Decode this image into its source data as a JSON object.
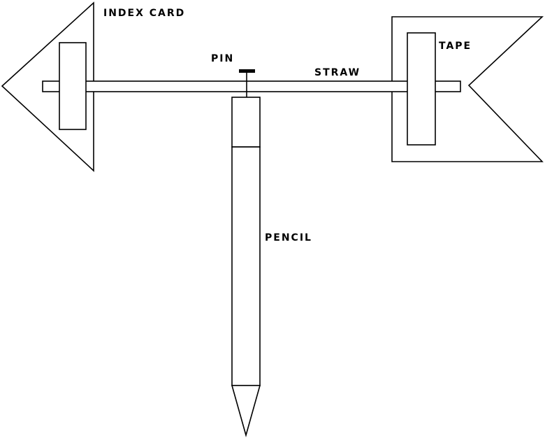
{
  "labels": {
    "index_card": "INDEX CARD",
    "pin": "PIN",
    "straw": "STRAW",
    "tape": "TAPE",
    "pencil": "PENCIL"
  },
  "colors": {
    "stroke": "#000000",
    "fill": "#ffffff",
    "background": "#ffffff"
  }
}
